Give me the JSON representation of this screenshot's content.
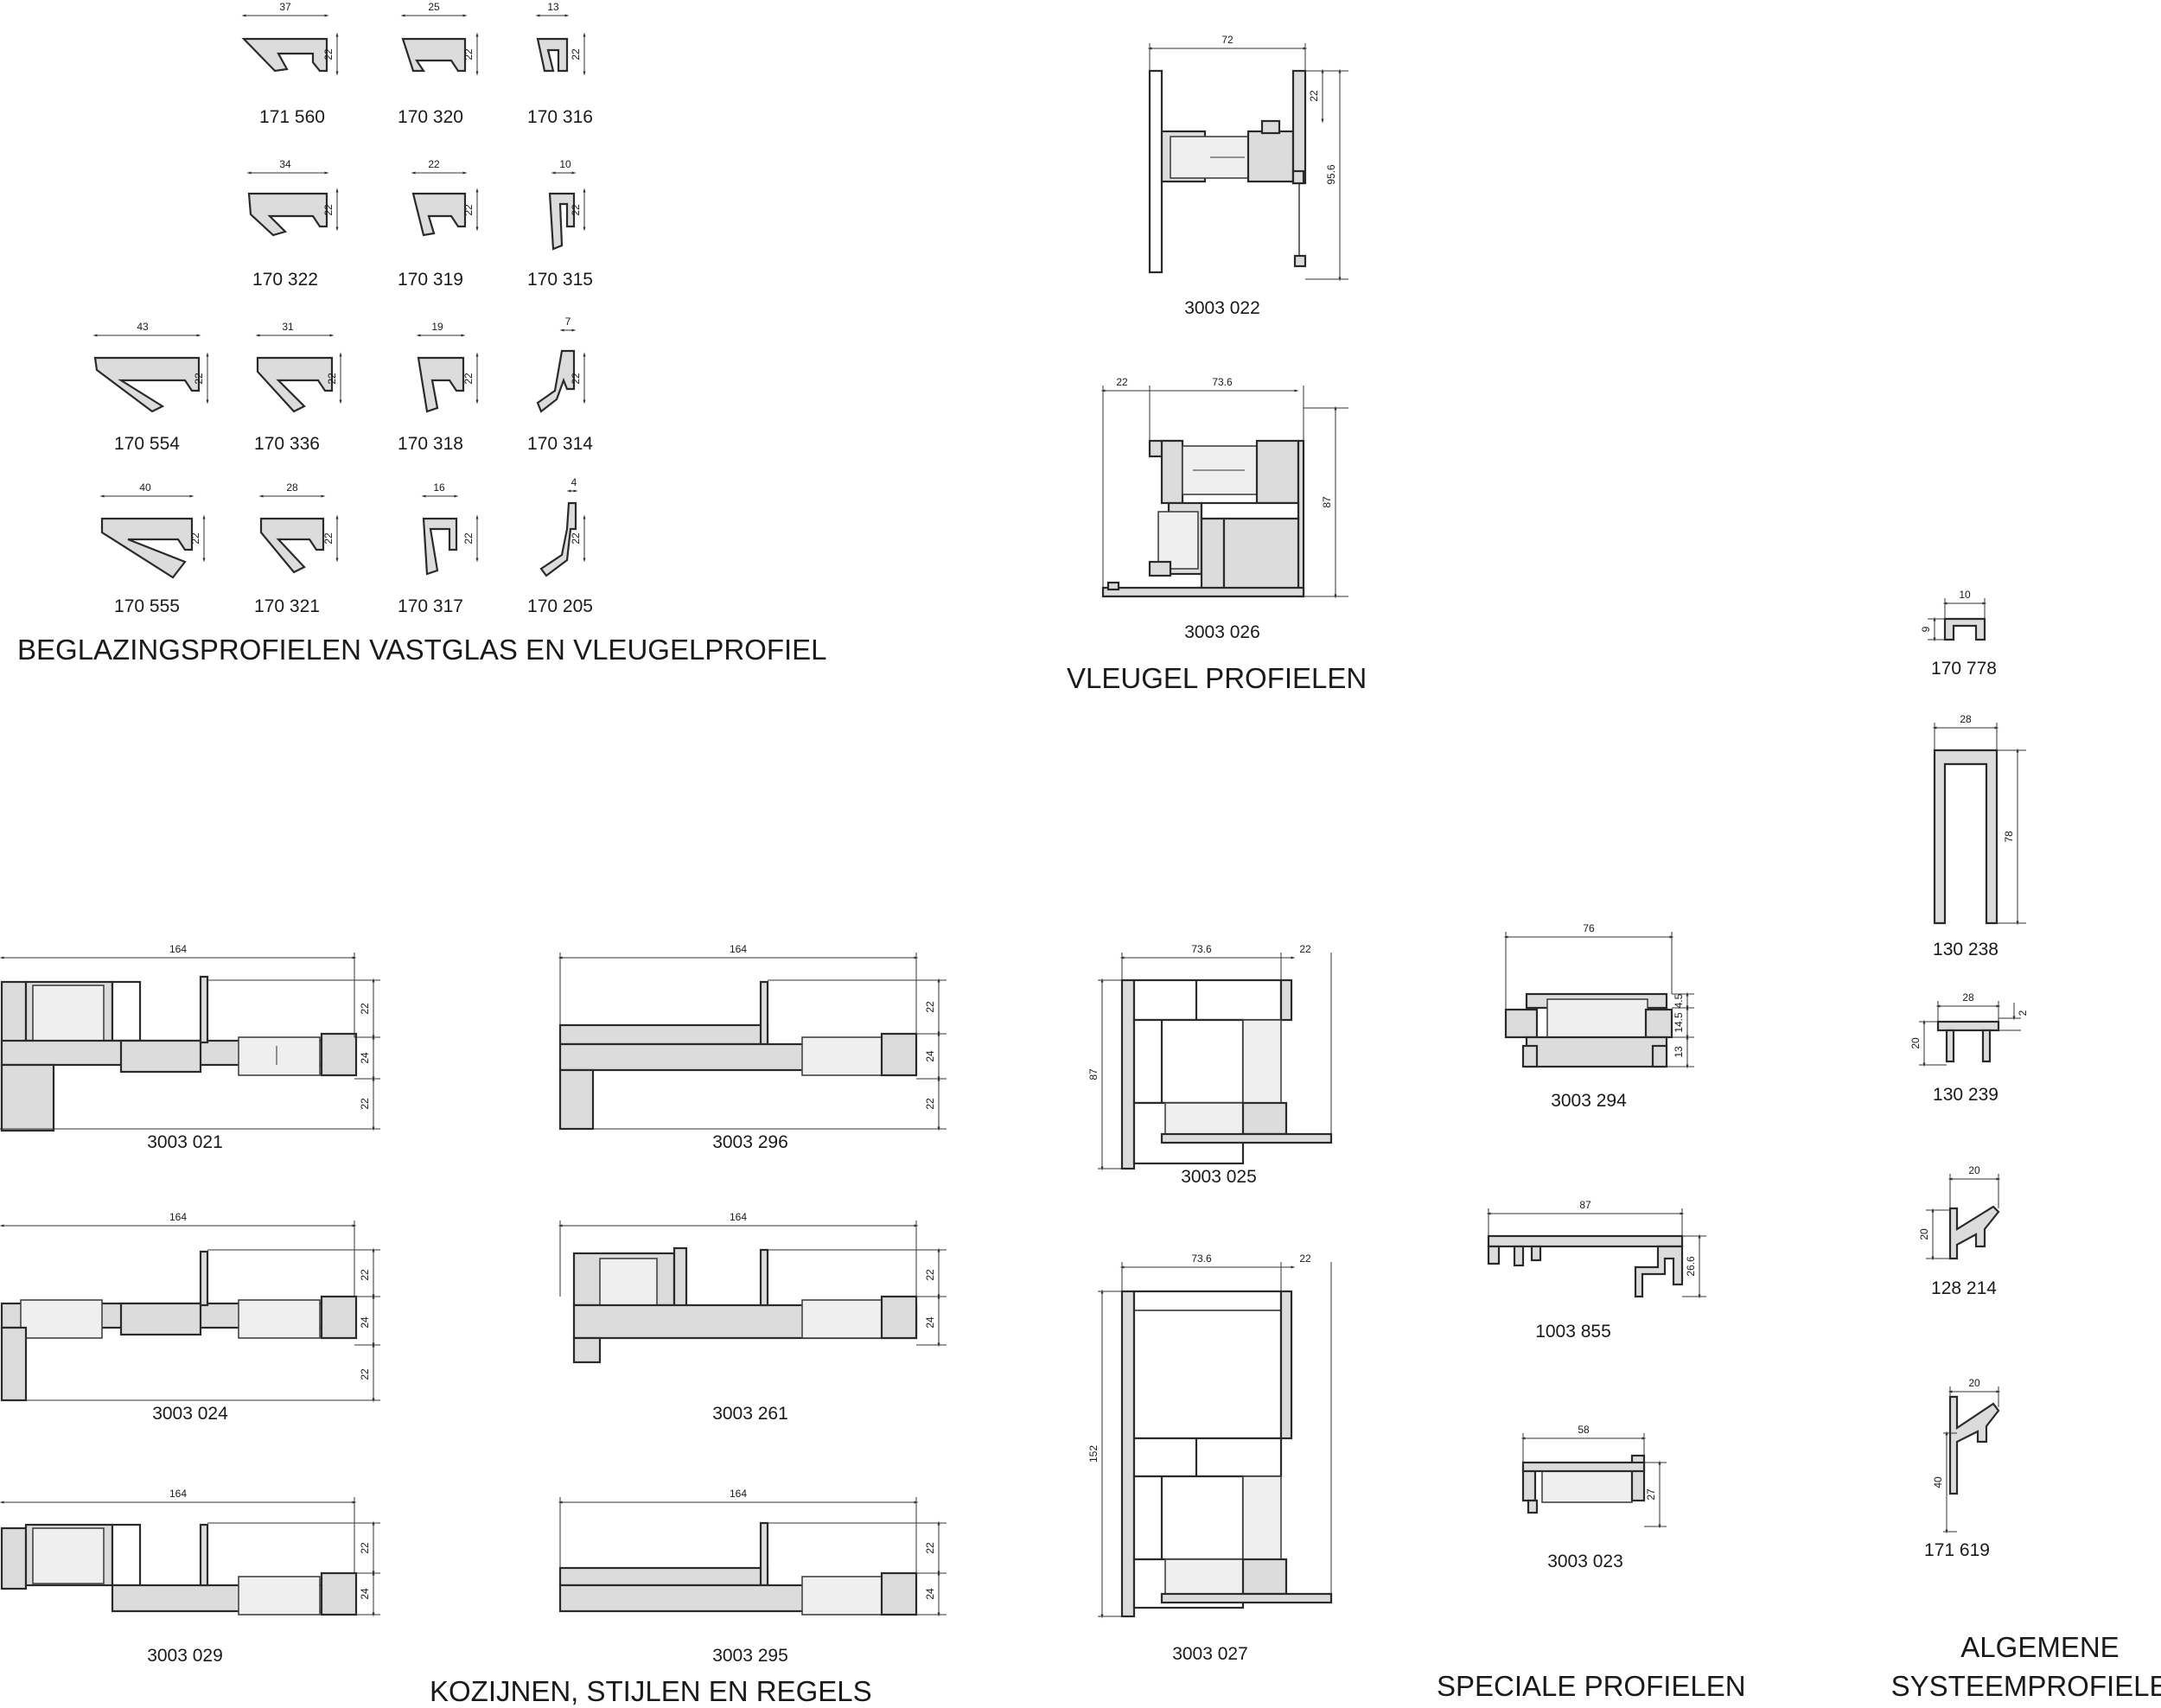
{
  "sections": {
    "glazing": "BEGLAZINGSPROFIELEN VASTGLAS EN VLEUGELPROFIEL",
    "sash": "VLEUGEL PROFIELEN",
    "frames": "KOZIJNEN, STIJLEN EN REGELS",
    "special": "SPECIALE PROFIELEN",
    "general_line1": "ALGEMENE",
    "general_line2": "SYSTEEMPROFIELEN"
  },
  "glazing_beads": [
    {
      "code": "171 560",
      "width": "37",
      "height": "22"
    },
    {
      "code": "170 320",
      "width": "25",
      "height": "22"
    },
    {
      "code": "170 316",
      "width": "13",
      "height": "22"
    },
    {
      "code": "170 322",
      "width": "34",
      "height": "22"
    },
    {
      "code": "170 319",
      "width": "22",
      "height": "22"
    },
    {
      "code": "170 315",
      "width": "10",
      "height": "22"
    },
    {
      "code": "170 554",
      "width": "43",
      "height": "22"
    },
    {
      "code": "170 336",
      "width": "31",
      "height": "22"
    },
    {
      "code": "170 318",
      "width": "19",
      "height": "22"
    },
    {
      "code": "170 314",
      "width": "7",
      "height": "22"
    },
    {
      "code": "170 555",
      "width": "40",
      "height": "22"
    },
    {
      "code": "170 321",
      "width": "28",
      "height": "22"
    },
    {
      "code": "170 317",
      "width": "16",
      "height": "22"
    },
    {
      "code": "170 205",
      "width": "4",
      "height": "22"
    }
  ],
  "sash_profiles": [
    {
      "code": "3003 022",
      "width": "72",
      "dims": [
        "22",
        "95.6"
      ]
    },
    {
      "code": "3003 026",
      "dims_top": [
        "22",
        "73.6"
      ],
      "height": "87"
    }
  ],
  "frame_profiles": [
    {
      "code": "3003 021",
      "width": "164",
      "heights": [
        "22",
        "24",
        "22"
      ]
    },
    {
      "code": "3003 296",
      "width": "164",
      "heights": [
        "22",
        "24",
        "22"
      ]
    },
    {
      "code": "3003 024",
      "width": "164",
      "heights": [
        "22",
        "24",
        "22"
      ]
    },
    {
      "code": "3003 261",
      "width": "164",
      "heights": [
        "22",
        "24"
      ]
    },
    {
      "code": "3003 029",
      "width": "164",
      "heights": [
        "22",
        "24"
      ]
    },
    {
      "code": "3003 295",
      "width": "164",
      "heights": [
        "22",
        "24"
      ]
    },
    {
      "code": "3003 025",
      "dims_top": [
        "73.6",
        "22"
      ],
      "height": "87"
    },
    {
      "code": "3003 027",
      "dims_top": [
        "73.6",
        "22"
      ],
      "height": "152"
    }
  ],
  "special_profiles": [
    {
      "code": "3003 294",
      "width": "76",
      "heights": [
        "4.5",
        "14.5",
        "13"
      ]
    },
    {
      "code": "1003 855",
      "width": "87",
      "height": "26.6"
    },
    {
      "code": "3003 023",
      "width": "58",
      "height": "27"
    }
  ],
  "general_profiles": [
    {
      "code": "170 778",
      "width": "10",
      "height": "9"
    },
    {
      "code": "130 238",
      "width": "28",
      "height": "78"
    },
    {
      "code": "130 239",
      "width": "28",
      "dims": [
        "2",
        "20"
      ]
    },
    {
      "code": "128 214",
      "width": "20",
      "height": "20"
    },
    {
      "code": "171 619",
      "width": "20",
      "height": "40"
    }
  ]
}
